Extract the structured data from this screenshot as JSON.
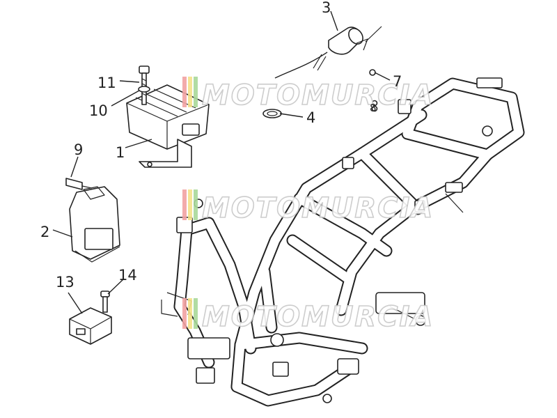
{
  "diagram": {
    "callouts": [
      {
        "id": "3",
        "label": "3"
      },
      {
        "id": "7",
        "label": "7"
      },
      {
        "id": "8",
        "label": "8"
      },
      {
        "id": "4",
        "label": "4"
      },
      {
        "id": "11",
        "label": "11"
      },
      {
        "id": "10",
        "label": "10"
      },
      {
        "id": "1",
        "label": "1"
      },
      {
        "id": "9",
        "label": "9"
      },
      {
        "id": "2",
        "label": "2"
      },
      {
        "id": "13",
        "label": "13"
      },
      {
        "id": "14",
        "label": "14"
      }
    ]
  },
  "watermark": {
    "text": "MOTOMURCIA",
    "stripe_colors": [
      "#f2a3a3",
      "#f5e28a",
      "#a9d99a"
    ]
  }
}
